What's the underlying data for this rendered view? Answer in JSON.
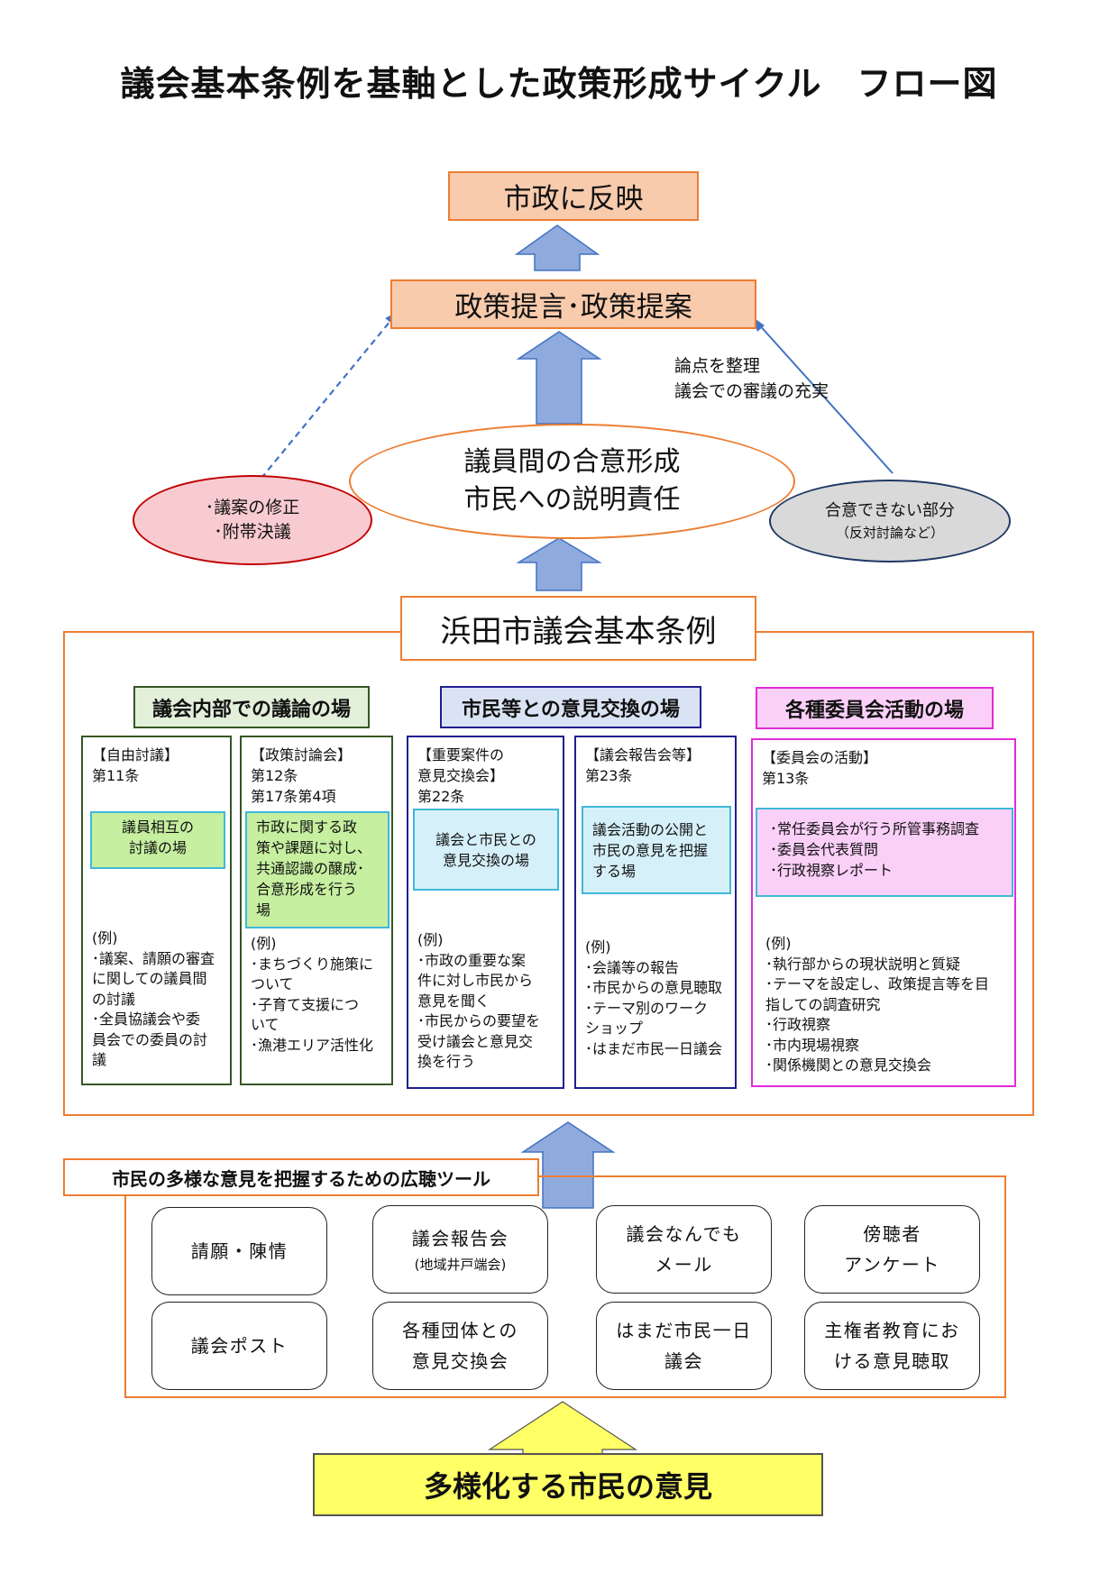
{
  "title": "議会基本条例を基軸とした政策形成サイクル　フロー図",
  "reflect": "市政に反映",
  "proposal": "政策提言･政策提案",
  "side_note": [
    "論点を整理",
    "議会での審議の充実"
  ],
  "center_ellipse": [
    "議員間の合意形成",
    "市民への説明責任"
  ],
  "left_ellipse": [
    "･議案の修正",
    "･附帯決議"
  ],
  "right_ellipse": {
    "line1": "合意できない部分",
    "line2": "（反対討論など）"
  },
  "ordinance": "浜田市議会基本条例",
  "sections": {
    "internal": "議会内部での議論の場",
    "citizen": "市民等との意見交換の場",
    "committee": "各種委員会活動の場"
  },
  "columns": {
    "free": {
      "header": "【自由討議】\n第11条",
      "box": "議員相互の\n討議の場",
      "examples": "(例)\n･議案、請願の審査\nに関しての議員間\nの討議\n･全員協議会や委\n員会での委員の討\n議"
    },
    "policy": {
      "header": "【政策討論会】\n第12条\n第17条第4項",
      "box": "市政に関する政\n策や課題に対し、\n共通認識の醸成･\n合意形成を行う\n場",
      "examples": "(例)\n･まちづくり施策に\nついて\n･子育て支援につ\nいて\n･漁港エリア活性化"
    },
    "important": {
      "header": "【重要案件の\n意見交換会】\n第22条",
      "box": "議会と市民との\n意見交換の場",
      "examples": "(例)\n･市政の重要な案\n件に対し市民から\n意見を聞く\n･市民からの要望を\n受け議会と意見交\n換を行う"
    },
    "report": {
      "header": "【議会報告会等】\n第23条",
      "box": "議会活動の公開と\n市民の意見を把握\nする場",
      "examples": "(例)\n･会議等の報告\n･市民からの意見聴取\n･テーマ別のワーク\nショップ\n･はまだ市民一日議会"
    },
    "committee": {
      "header": "【委員会の活動】\n第13条",
      "box": "･常任委員会が行う所管事務調査\n･委員会代表質問\n･行政視察レポート",
      "examples": "(例)\n･執行部からの現状説明と質疑\n･テーマを設定し、政策提言等を目\n指しての調査研究\n･行政視察\n･市内現場視察\n･関係機関との意見交換会"
    }
  },
  "tools_header": "市民の多様な意見を把握するための広聴ツール",
  "tools": [
    {
      "main": "請願・陳情",
      "sub": ""
    },
    {
      "main": "議会報告会",
      "sub": "(地域井戸端会)"
    },
    {
      "main": "議会なんでも\nメール",
      "sub": ""
    },
    {
      "main": "傍聴者\nアンケート",
      "sub": ""
    },
    {
      "main": "議会ポスト",
      "sub": ""
    },
    {
      "main": "各種団体との\n意見交換会",
      "sub": ""
    },
    {
      "main": "はまだ市民一日\n議会",
      "sub": ""
    },
    {
      "main": "主権者教育にお\nける意見聴取",
      "sub": ""
    }
  ],
  "bottom": "多様化する市民の意見",
  "colors": {
    "orange": "#ed7d31",
    "peach": "#f8cbad",
    "arrow_blue": "#8faadc",
    "arrow_stroke": "#4472c4",
    "green_dark": "#375623",
    "green_fill": "#e2efd9",
    "green_light": "#c6efa0",
    "navy": "#1f1f8f",
    "lav_fill": "#dae3f3",
    "cyan_fill": "#d6f0fa",
    "cyan_border": "#3fb8d8",
    "magenta": "#e22bd8",
    "pink_fill": "#fbd0f8",
    "red_fill": "#f8cbd1",
    "red_border": "#c00000",
    "gray_fill": "#d9d9d9",
    "gray_border": "#1f3864",
    "yellow": "#ffff66"
  }
}
